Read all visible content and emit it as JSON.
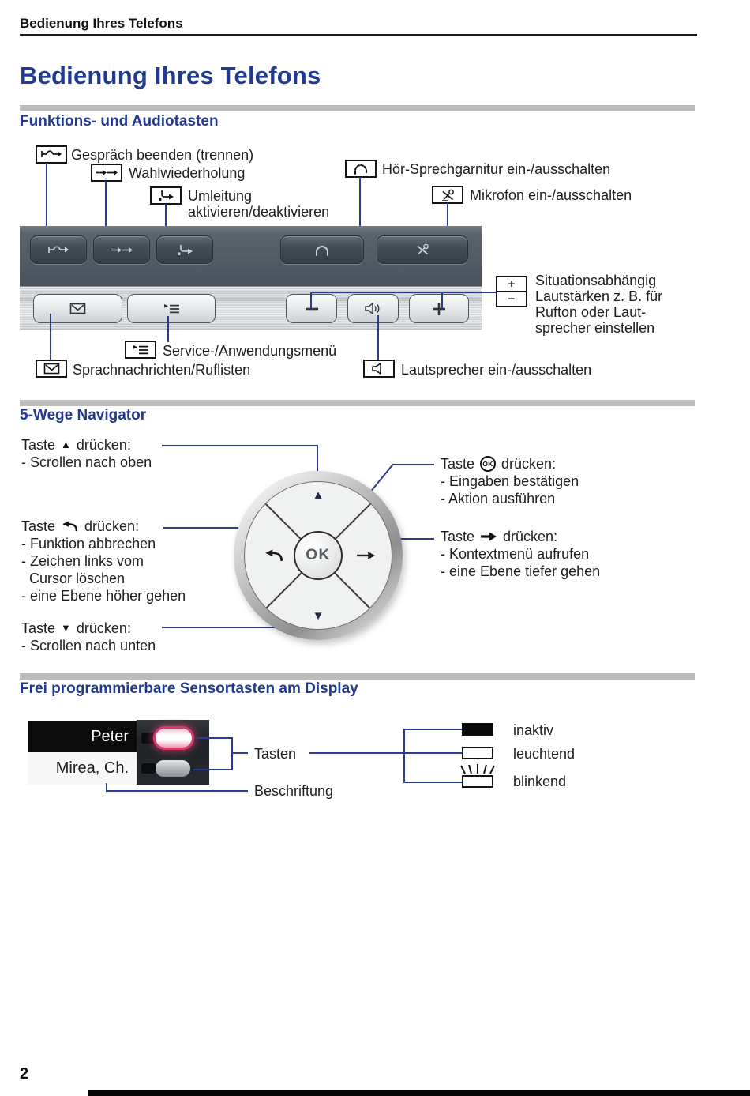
{
  "page": {
    "running_header": "Bedienung Ihres Telefons",
    "title": "Bedienung Ihres Telefons",
    "page_number": "2"
  },
  "function_keys": {
    "heading": "Funktions- und Audiotasten",
    "disconnect": {
      "icon": "disconnect-icon",
      "label": "Gespräch beenden (trennen)"
    },
    "redial": {
      "icon": "redial-icon",
      "label": "Wahlwiederholung"
    },
    "forward": {
      "icon": "forward-icon",
      "label_line1": "Umleitung",
      "label_line2": "aktivieren/deaktivieren"
    },
    "headset": {
      "icon": "headset-icon",
      "label": "Hör-Sprechgarnitur ein-/ausschalten"
    },
    "microphone": {
      "icon": "microphone-mute-icon",
      "label": "Mikrofon ein-/ausschalten"
    },
    "volume": {
      "plus_symbol": "+",
      "minus_symbol": "−",
      "label_line1": "Situationsabhängig",
      "label_line2": "Lautstärken z. B. für",
      "label_line3": "Rufton oder Laut-",
      "label_line4": "sprecher einstellen"
    },
    "service": {
      "icon": "service-menu-icon",
      "label": "Service-/Anwendungsmenü"
    },
    "messages": {
      "icon": "mailbox-icon",
      "label": "Sprachnachrichten/Ruflisten"
    },
    "speaker": {
      "icon": "loudspeaker-icon",
      "label": "Lautsprecher ein-/ausschalten"
    }
  },
  "navigator": {
    "heading": "5-Wege Navigator",
    "ok_button_label": "OK",
    "up_symbol": "▲",
    "down_symbol": "▼",
    "up": {
      "prefix": "Taste",
      "icon": "up-triangle-icon",
      "suffix": "drücken:",
      "bullet1": "- Scrollen nach oben"
    },
    "back": {
      "prefix": "Taste",
      "icon": "back-arrow-icon",
      "suffix": "drücken:",
      "bullet1": "- Funktion abbrechen",
      "bullet2": "- Zeichen links vom",
      "bullet3": "Cursor löschen",
      "bullet4": "- eine Ebene höher gehen"
    },
    "down": {
      "prefix": "Taste",
      "icon": "down-triangle-icon",
      "suffix": "drücken:",
      "bullet1": "- Scrollen nach unten"
    },
    "ok": {
      "prefix": "Taste",
      "icon": "ok-circle-icon",
      "ok_symbol": "OK",
      "suffix": "drücken:",
      "bullet1": "- Eingaben bestätigen",
      "bullet2": "- Aktion ausführen"
    },
    "right": {
      "prefix": "Taste",
      "icon": "right-arrow-icon",
      "suffix": "drücken:",
      "bullet1": "- Kontextmenü aufrufen",
      "bullet2": "- eine Ebene tiefer gehen"
    }
  },
  "sensor_keys": {
    "heading": "Frei programmierbare Sensortasten am Display",
    "display_label_1": "Peter",
    "display_label_2": "Mirea, Ch.",
    "keys_label": "Tasten",
    "caption_label": "Beschriftung",
    "legend_inactive": "inaktiv",
    "legend_lit": "leuchtend",
    "legend_blinking": "blinkend"
  },
  "colors": {
    "heading_blue": "#21398f",
    "callout_blue": "#2b3b8f",
    "led_pink": "#d93a6e"
  }
}
